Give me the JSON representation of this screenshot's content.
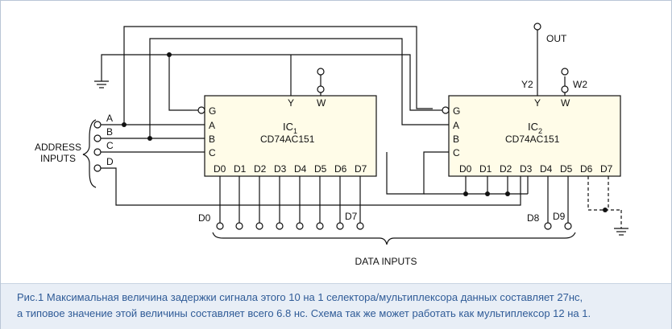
{
  "diagram": {
    "ic1": {
      "name": "IC",
      "subscript": "1",
      "part": "CD74AC151",
      "pin_g": "G",
      "pin_a": "A",
      "pin_b": "B",
      "pin_c": "C",
      "pin_y": "Y",
      "pin_w": "W",
      "data_pins": [
        "D0",
        "D1",
        "D2",
        "D3",
        "D4",
        "D5",
        "D6",
        "D7"
      ]
    },
    "ic2": {
      "name": "IC",
      "subscript": "2",
      "part": "CD74AC151",
      "pin_g": "G",
      "pin_a": "A",
      "pin_b": "B",
      "pin_c": "C",
      "pin_y": "Y",
      "pin_w": "W",
      "data_pins": [
        "D0",
        "D1",
        "D2",
        "D3",
        "D4",
        "D5",
        "D6",
        "D7"
      ]
    },
    "address_label_line1": "ADDRESS",
    "address_label_line2": "INPUTS",
    "address_inputs": [
      "A",
      "B",
      "C",
      "D"
    ],
    "out_label": "OUT",
    "y2_label": "Y2",
    "w2_label": "W2",
    "d0_label": "D0",
    "d7_label": "D7",
    "d8_label": "D8",
    "d9_label": "D9",
    "data_inputs_label": "DATA INPUTS"
  },
  "caption": {
    "line1": "Рис.1 Максимальная величина задержки сигнала этого 10 на 1 селектора/мультиплексора данных составляет 27нс,",
    "line2": "а типовое значение этой величины составляет всего 6.8 нс. Схема так же может работать как мультиплексор 12 на 1."
  },
  "colors": {
    "caption_text": "#2f5b97",
    "caption_bg": "#e8eef6",
    "ic_fill": "#fffce8",
    "frame_border": "#b9c6d6"
  }
}
